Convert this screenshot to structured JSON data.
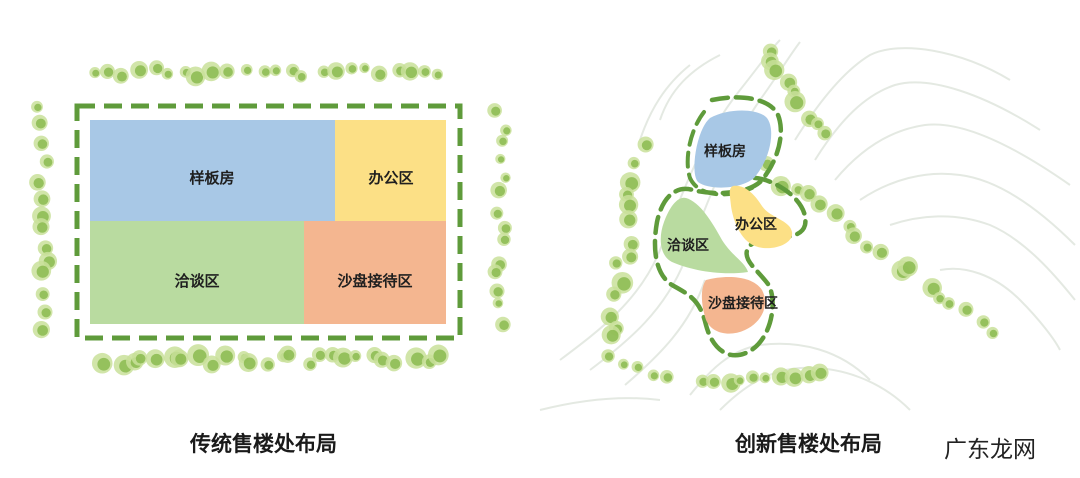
{
  "traditional": {
    "zones": {
      "model_room": "样板房",
      "office": "办公区",
      "negotiation": "洽谈区",
      "sand_table": "沙盘接待区"
    },
    "caption": "传统售楼处布局"
  },
  "innovative": {
    "zones": {
      "model_room": "样板房",
      "office": "办公区",
      "negotiation": "洽谈区",
      "sand_table": "沙盘接待区"
    },
    "caption": "创新售楼处布局"
  },
  "watermark": "广东龙网",
  "colors": {
    "model_room": "#a8c8e6",
    "office": "#fce086",
    "negotiation": "#b9dba0",
    "sand_table": "#f4b690",
    "boundary_dash": "#5f9b3b",
    "tree_dark": "#86b84a",
    "tree_light": "#c9e19a",
    "contour": "#e4e9e2"
  }
}
